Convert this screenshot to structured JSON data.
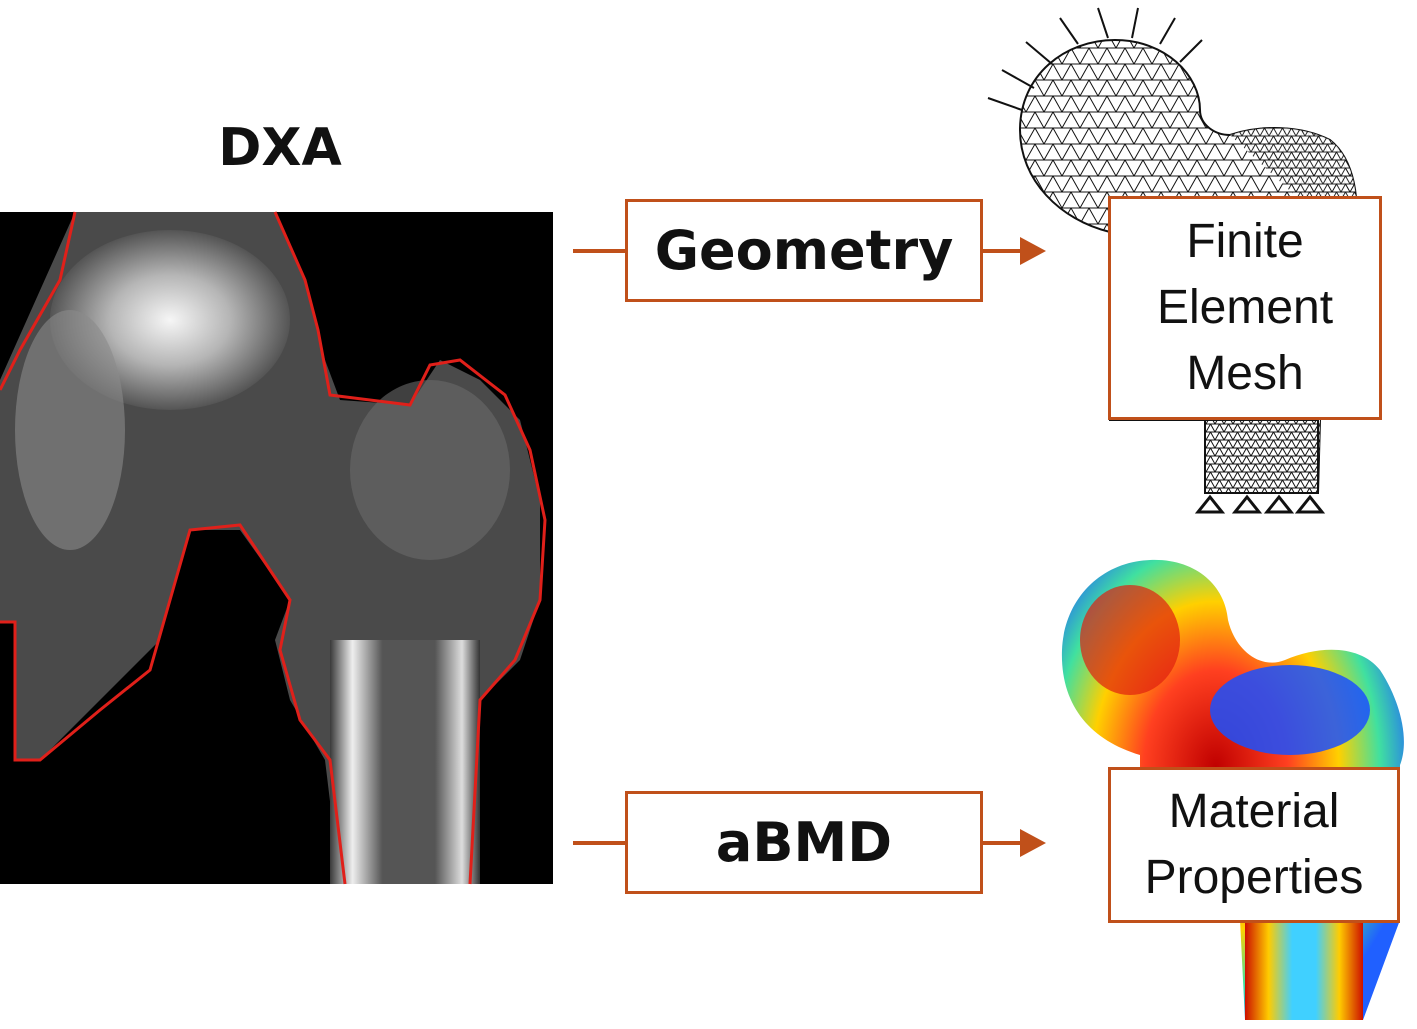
{
  "dxa": {
    "title": "DXA"
  },
  "flow": [
    {
      "input": "Geometry",
      "output_lines": [
        "Finite",
        "Element",
        "Mesh"
      ]
    },
    {
      "input": "aBMD",
      "output_lines": [
        "Material",
        "Properties"
      ]
    }
  ],
  "colors": {
    "arrow": "#c0501a",
    "outline": "#e0201a",
    "xray_background": "#000000"
  }
}
